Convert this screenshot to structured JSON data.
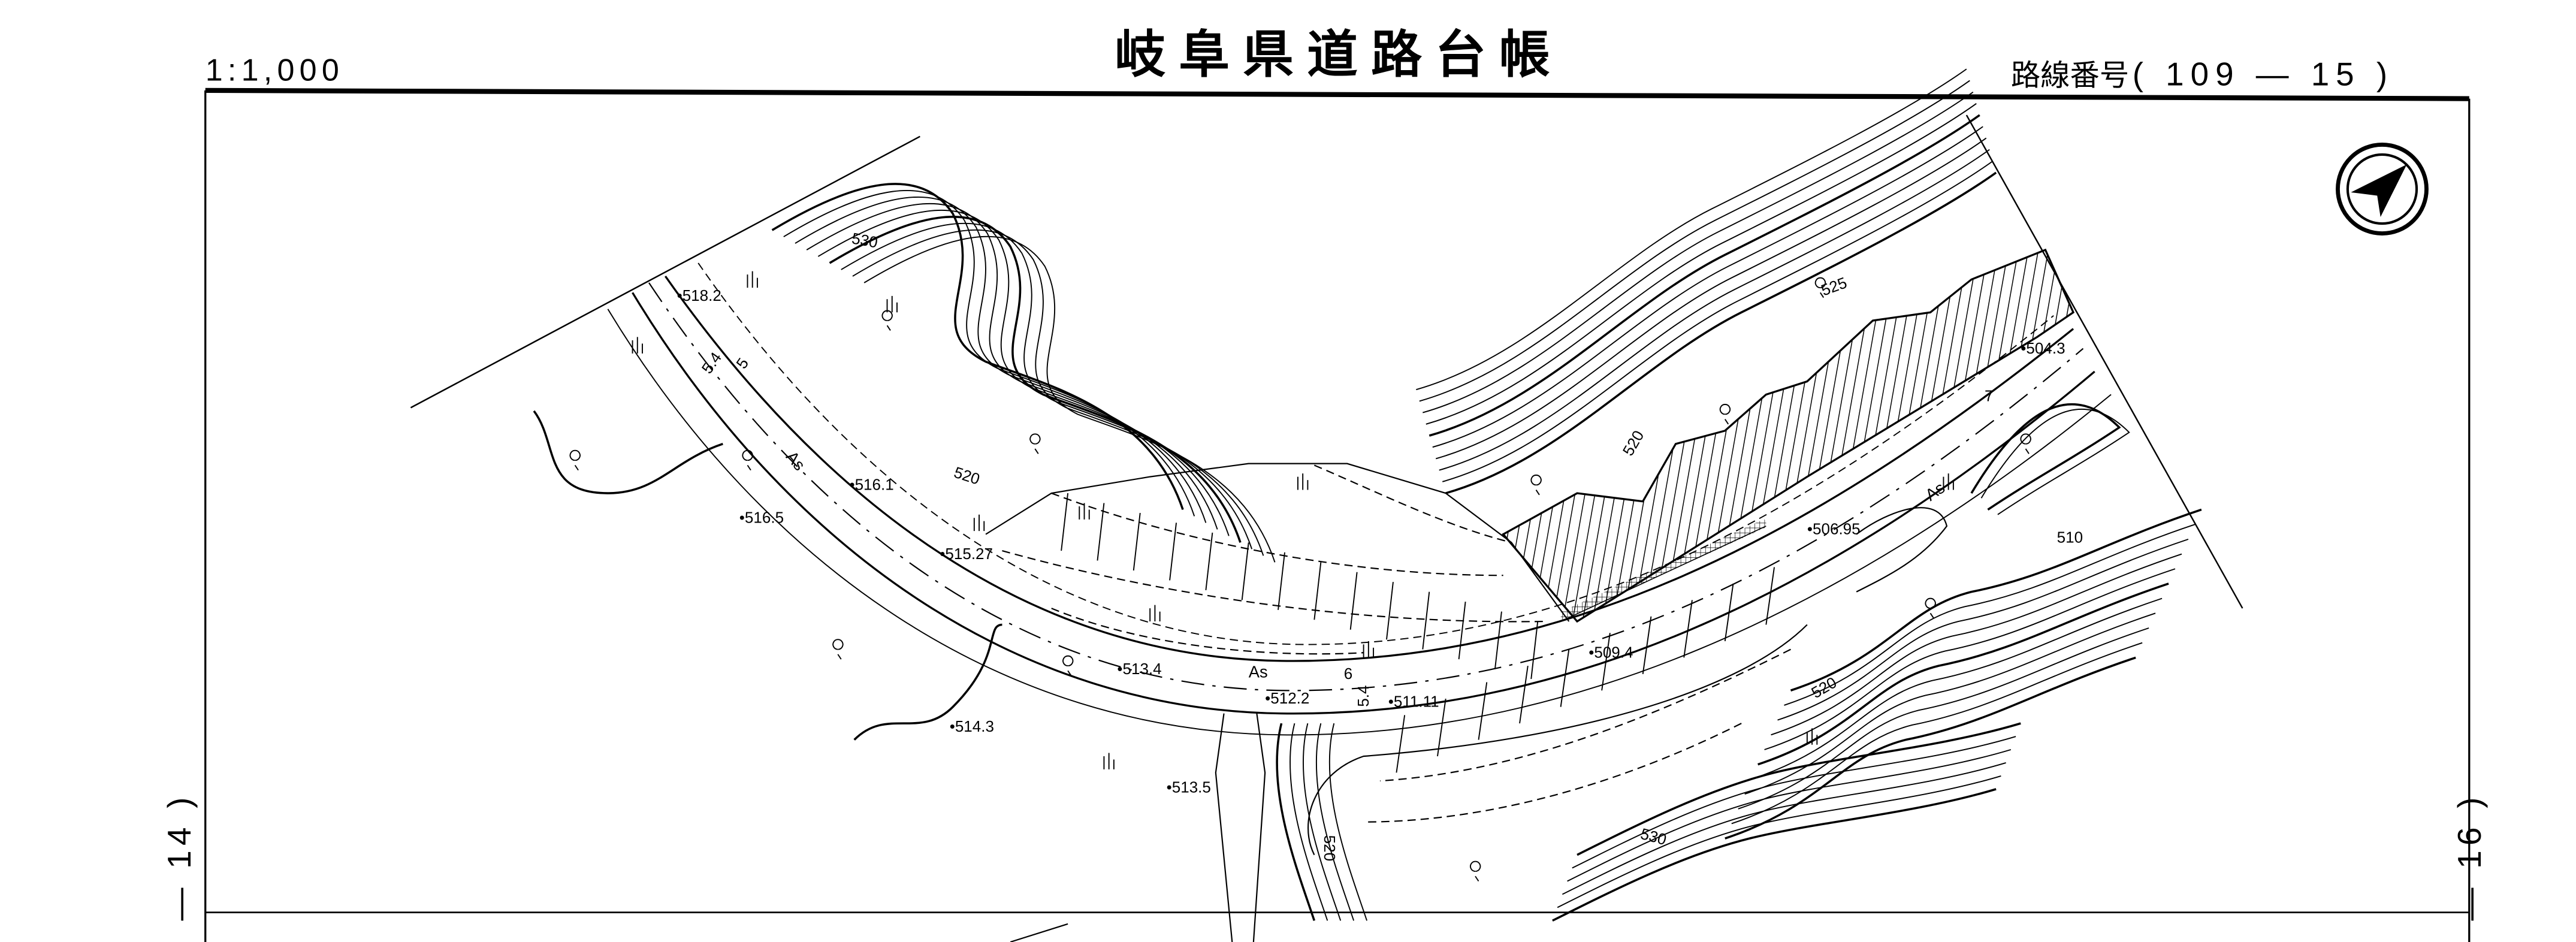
{
  "header": {
    "scale": "1:1,000",
    "title": "岐阜県道路台帳",
    "route_label": "路線番号",
    "route_number": "( 109 — 15 )"
  },
  "sheet_refs": {
    "left": "— 14 )",
    "right": "— 16 )"
  },
  "north_arrow": "north-arrow",
  "map_labels": {
    "elevations": [
      "518.2",
      "516.1",
      "516.5",
      "515.27",
      "513.4",
      "512.2",
      "511.11",
      "509.4",
      "514.3",
      "513.5",
      "506.95",
      "504.3"
    ],
    "contours": [
      "530",
      "520",
      "525",
      "520",
      "510",
      "520",
      "530",
      "520"
    ],
    "surface": [
      "As",
      "As",
      "As"
    ],
    "widths": [
      "5.4",
      "5",
      "6",
      "5.4",
      "7"
    ]
  }
}
